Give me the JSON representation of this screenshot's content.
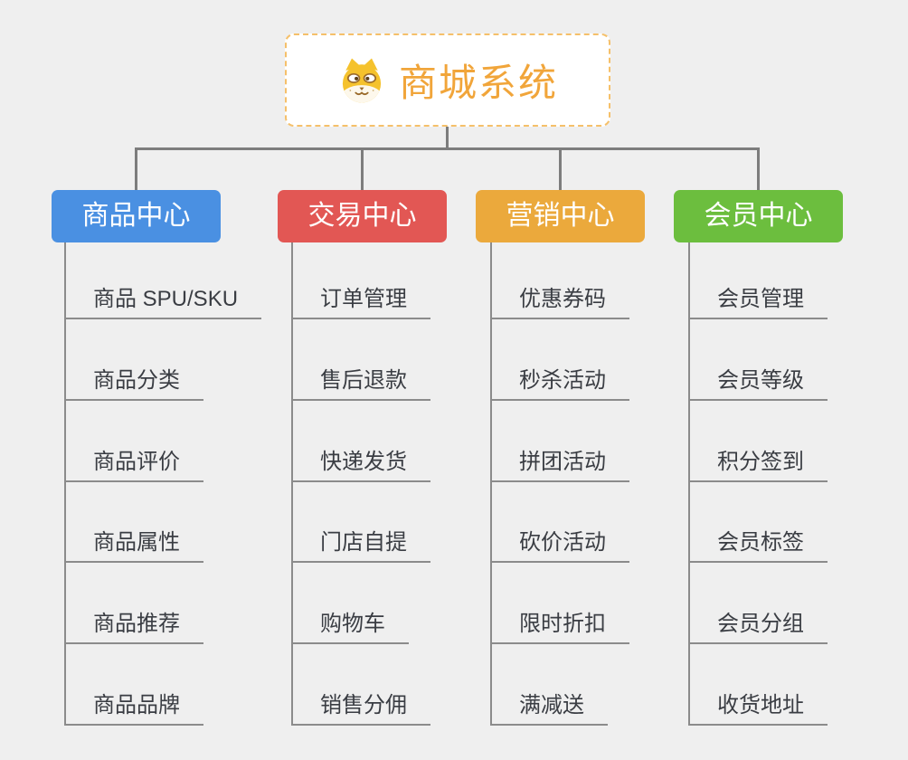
{
  "canvas": {
    "background_color": "#efefef",
    "connector_color": "#7d7d7d",
    "underline_color": "#8b8b8b"
  },
  "root": {
    "title": "商城系统",
    "icon": "dog-face-icon",
    "title_color": "#f1a53a",
    "border_color": "#f5c06a"
  },
  "branches": [
    {
      "label": "商品中心",
      "color": "#4a90e2",
      "items": [
        "商品 SPU/SKU",
        "商品分类",
        "商品评价",
        "商品属性",
        "商品推荐",
        "商品品牌"
      ]
    },
    {
      "label": "交易中心",
      "color": "#e25754",
      "items": [
        "订单管理",
        "售后退款",
        "快递发货",
        "门店自提",
        "购物车",
        "销售分佣"
      ]
    },
    {
      "label": "营销中心",
      "color": "#eba93c",
      "items": [
        "优惠券码",
        "秒杀活动",
        "拼团活动",
        "砍价活动",
        "限时折扣",
        "满减送"
      ]
    },
    {
      "label": "会员中心",
      "color": "#6cbe3e",
      "items": [
        "会员管理",
        "会员等级",
        "积分签到",
        "会员标签",
        "会员分组",
        "收货地址"
      ]
    }
  ]
}
